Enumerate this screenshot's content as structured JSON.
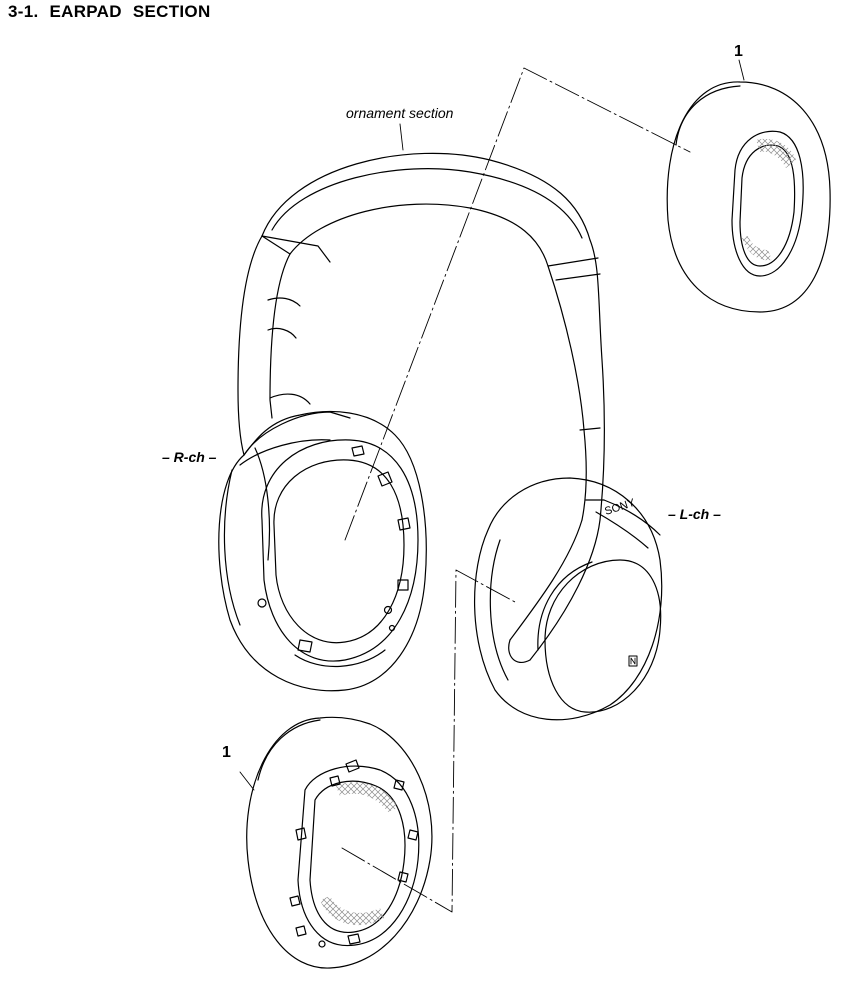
{
  "section_title": "3-1.  EARPAD  SECTION",
  "labels": {
    "ornament": "ornament section",
    "right_channel": "– R-ch –",
    "left_channel": "– L-ch –",
    "brand": "SONY",
    "ref_top": "1",
    "ref_bottom": "1"
  },
  "colors": {
    "line": "#000000",
    "hatch": "#9a9a9a"
  }
}
